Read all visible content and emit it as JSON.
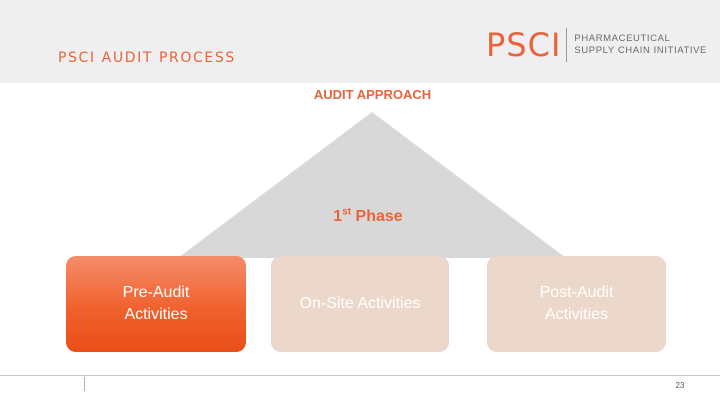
{
  "header": {
    "title": "PSCI AUDIT PROCESS",
    "logo_mark": "PSCI",
    "logo_line1": "PHARMACEUTICAL",
    "logo_line2": "SUPPLY CHAIN INITIATIVE"
  },
  "diagram": {
    "approach_label": "AUDIT APPROACH",
    "phase_number": "1",
    "phase_suffix": "st",
    "phase_label": " Phase",
    "boxes": [
      {
        "label": "Pre-Audit Activities",
        "active": true
      },
      {
        "label": "On-Site Activities",
        "active": false
      },
      {
        "label": "Post-Audit Activities",
        "active": false
      }
    ]
  },
  "footer": {
    "page_number": "23"
  },
  "colors": {
    "accent": "#e8643c",
    "triangle": "#d8d8d8",
    "box_inactive": "#ecd8ca",
    "box_active": "#f0612e"
  }
}
